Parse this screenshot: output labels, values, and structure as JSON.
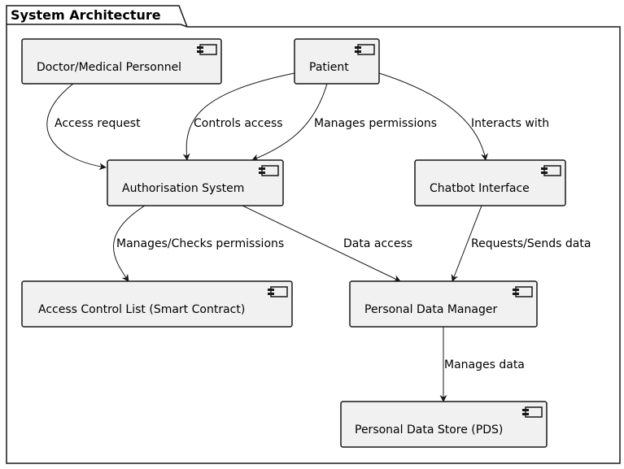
{
  "package": {
    "title": "System Architecture"
  },
  "nodes": {
    "doctor": "Doctor/Medical Personnel",
    "patient": "Patient",
    "authorisation": "Authorisation System",
    "chatbot": "Chatbot Interface",
    "acl": "Access Control List (Smart Contract)",
    "pdm": "Personal Data Manager",
    "pds": "Personal Data Store (PDS)"
  },
  "edges": {
    "access_request": "Access request",
    "controls_access": "Controls access",
    "manages_permissions": "Manages permissions",
    "interacts_with": "Interacts with",
    "manages_checks_permissions": "Manages/Checks permissions",
    "data_access": "Data access",
    "requests_sends_data": "Requests/Sends data",
    "manages_data": "Manages data"
  }
}
